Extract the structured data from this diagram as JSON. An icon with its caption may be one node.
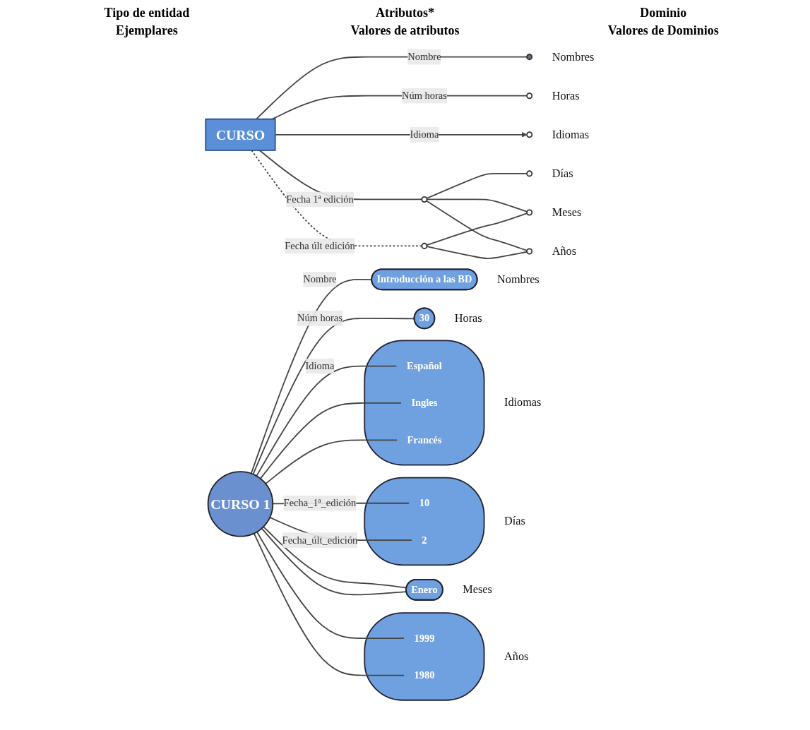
{
  "diagram": {
    "nodes": [
      {
        "text": [
          "CURSO"
        ]
      },
      {
        "text": [],
        "shape": "circle",
        "beside": [
          "Nombres"
        ]
      },
      {
        "text": [],
        "shape": "circle",
        "beside": [
          "Horas"
        ]
      },
      {
        "text": [],
        "shape": "circle",
        "beside": [
          "Idiomas"
        ]
      },
      {
        "text": [],
        "shape": "circle"
      },
      {
        "text": [],
        "shape": "circle",
        "beside": [
          "Días"
        ]
      },
      {
        "text": [],
        "shape": "circle",
        "beside": [
          "Meses"
        ]
      },
      {
        "text": [],
        "shape": "circle"
      },
      {
        "text": [],
        "shape": "circle",
        "beside": [
          "Años"
        ]
      },
      {
        "text": [
          "CURSO 1"
        ]
      },
      {
        "text": [
          "Introducción a las BD"
        ],
        "beside": [
          "Nombres"
        ]
      },
      {
        "text": [
          "30"
        ],
        "beside": [
          "Horas"
        ]
      },
      {
        "text": [],
        "shape": "ellipse",
        "beside": [
          "Idiomas"
        ]
      },
      {
        "text": [
          "Español"
        ],
        "in": 12
      },
      {
        "text": [
          "Ingles"
        ],
        "in": 12
      },
      {
        "text": [
          "Francés"
        ],
        "in": 12
      },
      {
        "text": [],
        "shape": "ellipse",
        "beside": [
          "Días"
        ]
      },
      {
        "text": [
          "10"
        ],
        "in": 16
      },
      {
        "text": [
          "2"
        ],
        "in": 16
      },
      {
        "text": [
          "Enero"
        ],
        "beside": [
          "Meses"
        ]
      },
      {
        "text": [],
        "shape": "ellipse",
        "beside": [
          "Años"
        ]
      },
      {
        "text": [
          "1999"
        ],
        "in": 20
      },
      {
        "text": [
          "1980"
        ],
        "in": 20
      }
    ],
    "edges": [
      {
        "from": 0,
        "to": 1,
        "arrow": "none",
        "label": "Nombre"
      },
      {
        "from": 0,
        "to": 2,
        "arrow": "none",
        "label": "Núm horas"
      },
      {
        "from": 0,
        "to": 3,
        "arrow": "to",
        "label": "Idioma"
      },
      {
        "from": 0,
        "to": 4,
        "arrow": "none",
        "label": "Fecha 1ª edición"
      },
      {
        "from": 0,
        "to": 7,
        "arrow": "none",
        "label": "Fecha últ edición",
        "style": "dashed"
      },
      {
        "from": 4,
        "to": 5,
        "arrow": "none"
      },
      {
        "from": 4,
        "to": 6,
        "arrow": "none"
      },
      {
        "from": 4,
        "to": 8,
        "arrow": "none"
      },
      {
        "from": 7,
        "to": 6,
        "arrow": "none"
      },
      {
        "from": 7,
        "to": 8,
        "arrow": "none"
      },
      {
        "from": 9,
        "to": 10,
        "arrow": "none",
        "label": "Nombre"
      },
      {
        "from": 9,
        "to": 11,
        "arrow": "none",
        "label": "Núm horas"
      },
      {
        "from": 9,
        "to": 13,
        "arrow": "none",
        "label": "Idioma"
      },
      {
        "from": 9,
        "to": 14,
        "arrow": "none"
      },
      {
        "from": 9,
        "to": 15,
        "arrow": "none"
      },
      {
        "from": 9,
        "to": 17,
        "arrow": "none",
        "label": "Fecha_1ª_edición"
      },
      {
        "from": 9,
        "to": 19,
        "arrow": "none"
      },
      {
        "from": 9,
        "to": 22,
        "arrow": "none"
      },
      {
        "from": 9,
        "to": 18,
        "arrow": "none",
        "label": "Fecha_últ_edición"
      },
      {
        "from": 9,
        "to": 19,
        "arrow": "none"
      },
      {
        "from": 9,
        "to": 21,
        "arrow": "none"
      }
    ],
    "labels": [
      "Tipo de entidad",
      "Atributos*",
      "Dominio",
      "Ejemplares",
      "Valores de atributos",
      "Valores de Dominios"
    ]
  }
}
